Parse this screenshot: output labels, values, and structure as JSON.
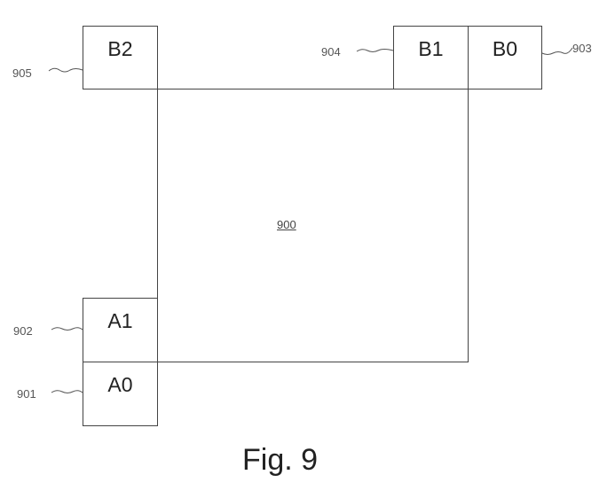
{
  "main_block": {
    "label": "900"
  },
  "neighbors": [
    {
      "id": "B2",
      "ref": "905"
    },
    {
      "id": "B1",
      "ref": "904"
    },
    {
      "id": "B0",
      "ref": "903"
    },
    {
      "id": "A1",
      "ref": "902"
    },
    {
      "id": "A0",
      "ref": "901"
    }
  ],
  "caption": "Fig. 9"
}
